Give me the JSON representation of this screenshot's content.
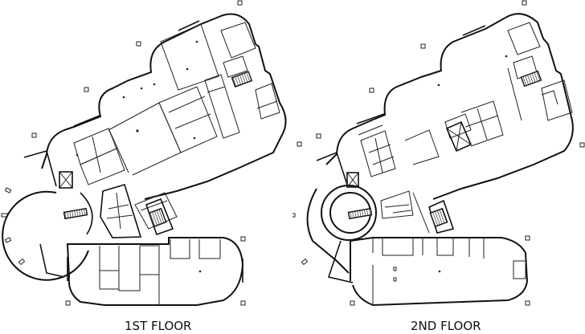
{
  "drawing": {
    "type": "architectural floor plan",
    "background": "#ffffff",
    "line_color": "#111111"
  },
  "floors": [
    {
      "id": "first",
      "label": "1ST FLOOR",
      "features": [
        "rotated main wing with rooms",
        "circular rotunda with curved stair",
        "elevator",
        "two stair cores",
        "restroom core",
        "rectangular south wing with rounded ends"
      ]
    },
    {
      "id": "second",
      "label": "2ND FLOOR",
      "features": [
        "open rotated main wing",
        "central office cluster",
        "rotunda with atrium and stair",
        "stair cores",
        "south wing open office with columns"
      ]
    }
  ]
}
